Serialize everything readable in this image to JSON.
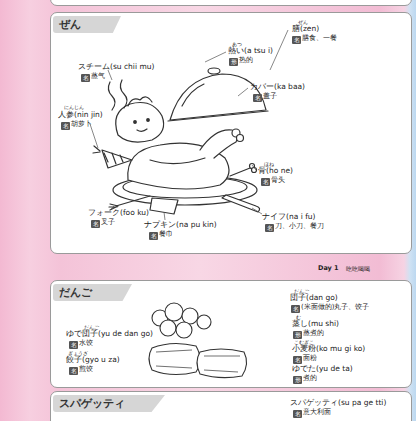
{
  "diagram": {
    "nodes": [
      {
        "text": [
          "ぜん"
        ]
      },
      {
        "text": [
          "名"
        ],
        "in": 0
      },
      {
        "text": [
          "形"
        ],
        "in": 0
      },
      {
        "text": [
          "名"
        ],
        "in": 0
      },
      {
        "text": [
          "名"
        ],
        "in": 0
      },
      {
        "text": [
          "名"
        ],
        "in": 0
      },
      {
        "text": [
          "名"
        ],
        "in": 0
      },
      {
        "text": [
          "名"
        ],
        "in": 0
      },
      {
        "text": [
          "名"
        ],
        "in": 0
      },
      {
        "text": [
          "名"
        ],
        "in": 0
      },
      {
        "text": [
          "だんご"
        ]
      },
      {
        "text": [
          "名"
        ],
        "in": 10
      },
      {
        "text": [
          "形"
        ],
        "in": 10
      },
      {
        "text": [
          "名"
        ],
        "in": 10
      },
      {
        "text": [
          "形"
        ],
        "in": 10
      },
      {
        "text": [
          "名"
        ],
        "in": 10
      },
      {
        "text": [
          "名"
        ],
        "in": 10
      },
      {
        "text": [
          "スパゲッティ"
        ]
      },
      {
        "text": [
          "名"
        ],
        "in": 17
      }
    ],
    "labels": [
      "ぜん",
      "膳(zen)",
      "膳食、一餐",
      "あつ",
      "熱い(a tsu i)",
      "热的",
      "スチーム(su chii mu)",
      "蒸气",
      "カバー(ka baa)",
      "盖子",
      "にんじん",
      "人参(nin jin)",
      "胡萝卜",
      "ほね",
      "骨(ho ne)",
      "骨头",
      "フォーク(foo ku)",
      "叉子",
      "ナプキン(na pu kin)",
      "餐巾",
      "ナイフ(na i fu)",
      "刀、小刀、餐刀",
      "Day 1",
      "吃吃喝喝",
      "だんご",
      "団子(dan go)",
      "(米面做的)丸子、饺子",
      "む",
      "蒸し(mu shi)",
      "蒸煮的",
      "こむぎこ",
      "小麦粉(ko mu gi ko)",
      "面粉",
      "ゆでた(yu de ta)",
      "煮的",
      "だんご",
      "ゆで団子(yu de dan go)",
      "水饺",
      "ぎょうざ",
      "餃子(gyo u za)",
      "煎饺",
      "スパゲッティ(su pa ge tti)",
      "意大利面"
    ]
  }
}
